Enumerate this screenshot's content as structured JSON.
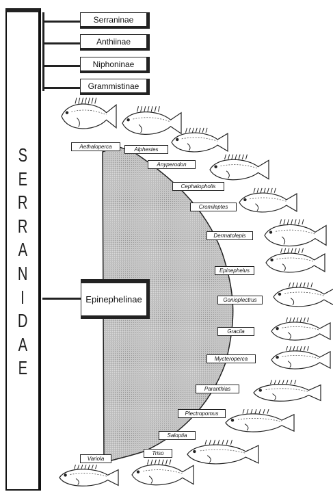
{
  "family": {
    "name": "SERRANIDAE",
    "letters": [
      "S",
      "E",
      "R",
      "R",
      "A",
      "N",
      "I",
      "D",
      "A",
      "E"
    ]
  },
  "subfamilies": [
    "Serraninae",
    "Anthiinae",
    "Niphoninae",
    "Grammistinae"
  ],
  "focus_subfamily": "Epinephelinae",
  "genera": [
    "Aethaloperca",
    "Alphestes",
    "Anyperodon",
    "Cephalopholis",
    "Cromileptes",
    "Dermatolepis",
    "Epinephelus",
    "Gonioplectrus",
    "Gracila",
    "Mycteroperca",
    "Paranthias",
    "Plectropomus",
    "Saloptia",
    "Triso",
    "Variola"
  ],
  "colors": {
    "ink": "#111111",
    "shade": "#b9b9b9",
    "paper": "#ffffff"
  },
  "icons": [
    "fish-illustration"
  ]
}
